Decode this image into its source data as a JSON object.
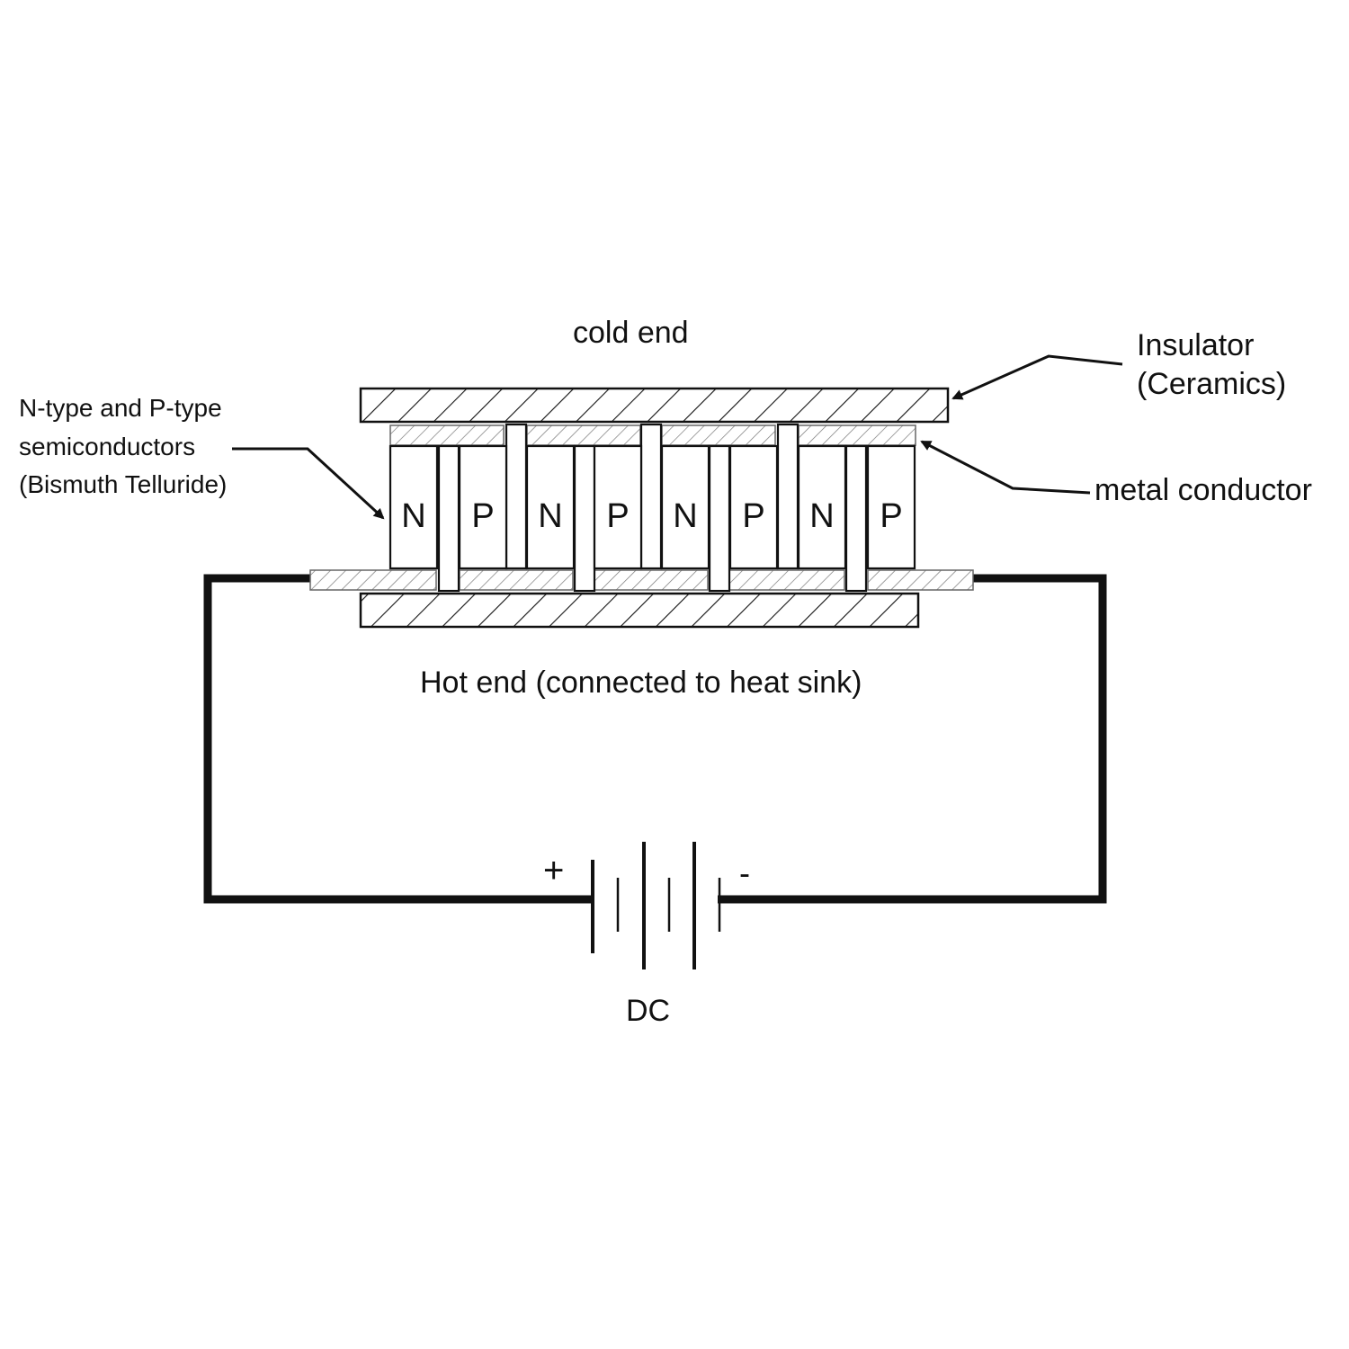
{
  "labels": {
    "cold_end": "cold end",
    "hot_end": "Hot end (connected to heat sink)",
    "semiconductors_line1": "N-type and P-type",
    "semiconductors_line2": "semiconductors",
    "semiconductors_line3": "(Bismuth Telluride)",
    "insulator_line1": "Insulator",
    "insulator_line2": "(Ceramics)",
    "metal_conductor": "metal conductor",
    "dc": "DC",
    "plus": "+",
    "minus": "-"
  },
  "legs": [
    "N",
    "P",
    "N",
    "P",
    "N",
    "P",
    "N",
    "P"
  ]
}
